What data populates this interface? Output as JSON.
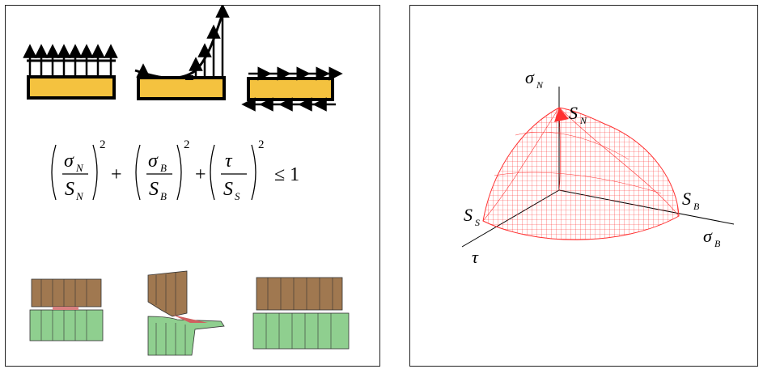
{
  "formula": {
    "sigma_N": "σ",
    "sub_N": "N",
    "S": "S",
    "sigma_B": "σ",
    "sub_B": "B",
    "tau": "τ",
    "sub_S": "S",
    "exp": "2",
    "plus": "+",
    "leq": "≤ 1"
  },
  "envelope": {
    "axis_sigma": "σ",
    "axis_sigma_N_sub": "N",
    "axis_sigma_B_sub": "B",
    "axis_tau": "τ",
    "label_S": "S",
    "label_SN_sub": "N",
    "label_SB_sub": "B",
    "label_SS_sub": "S"
  },
  "colors": {
    "adhesive": "#f4c23f",
    "envelope": "#ff3030",
    "upper_block": "#a07850",
    "lower_block": "#8fcf8f"
  }
}
